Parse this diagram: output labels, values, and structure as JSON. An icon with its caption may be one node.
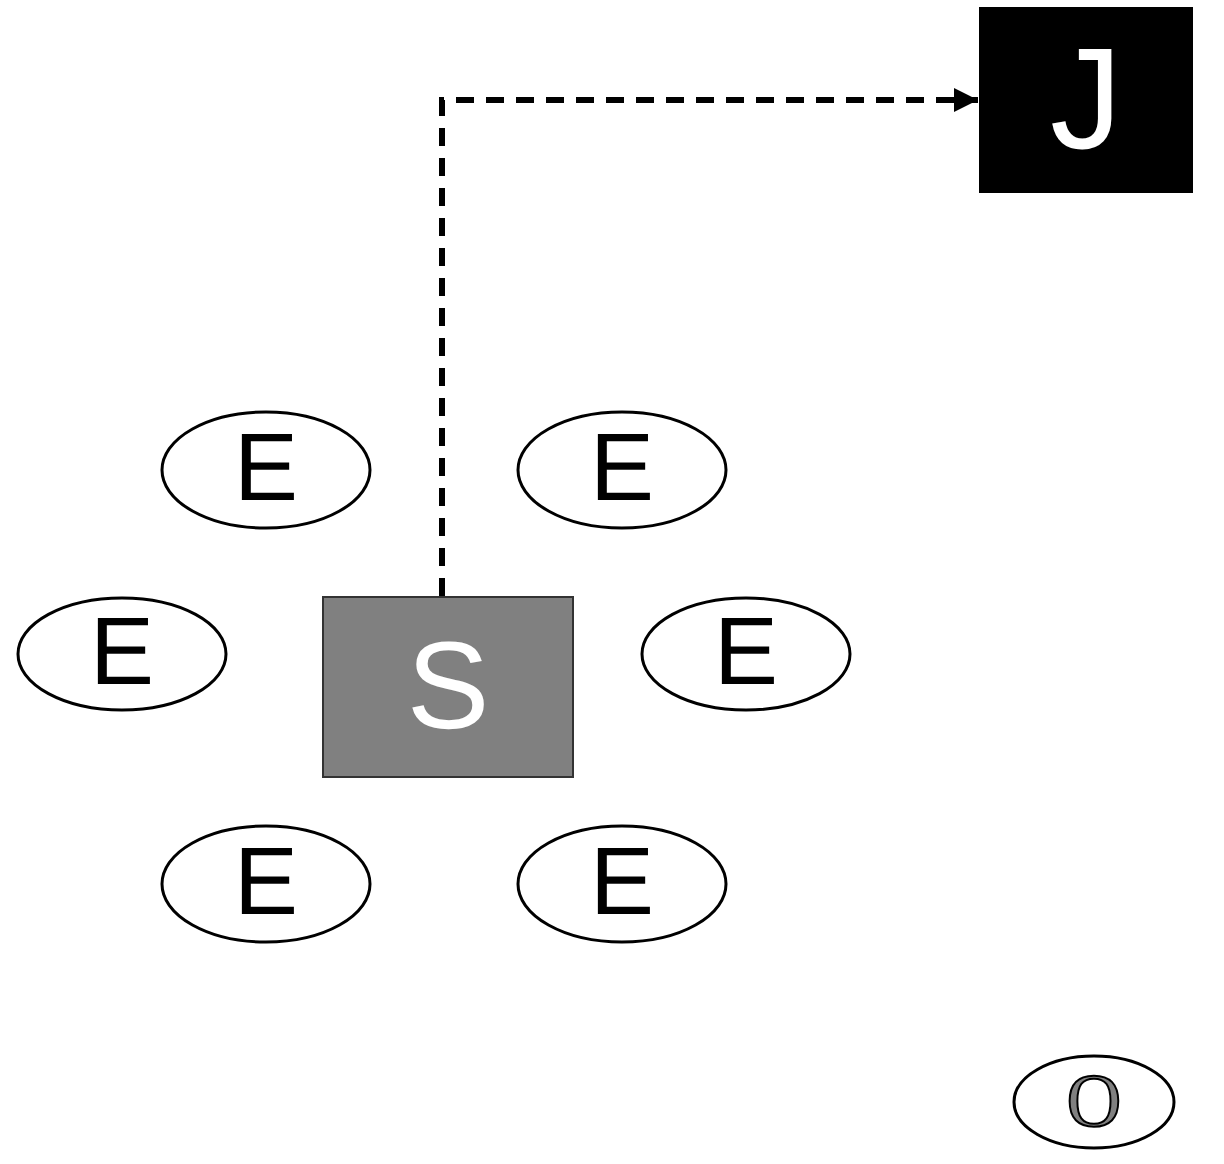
{
  "diagram": {
    "nodes": [
      {
        "text": [
          "J"
        ]
      },
      {
        "text": [
          "E"
        ]
      },
      {
        "text": [
          "E"
        ]
      },
      {
        "text": [
          "E"
        ]
      },
      {
        "text": [
          "S"
        ]
      },
      {
        "text": [
          "E"
        ]
      },
      {
        "text": [
          "E"
        ]
      },
      {
        "text": [
          "E"
        ]
      },
      {
        "text": [
          "O"
        ]
      }
    ],
    "edges": [
      {
        "from": 4,
        "to": 0,
        "arrow": "to",
        "style": "dashed"
      }
    ]
  }
}
